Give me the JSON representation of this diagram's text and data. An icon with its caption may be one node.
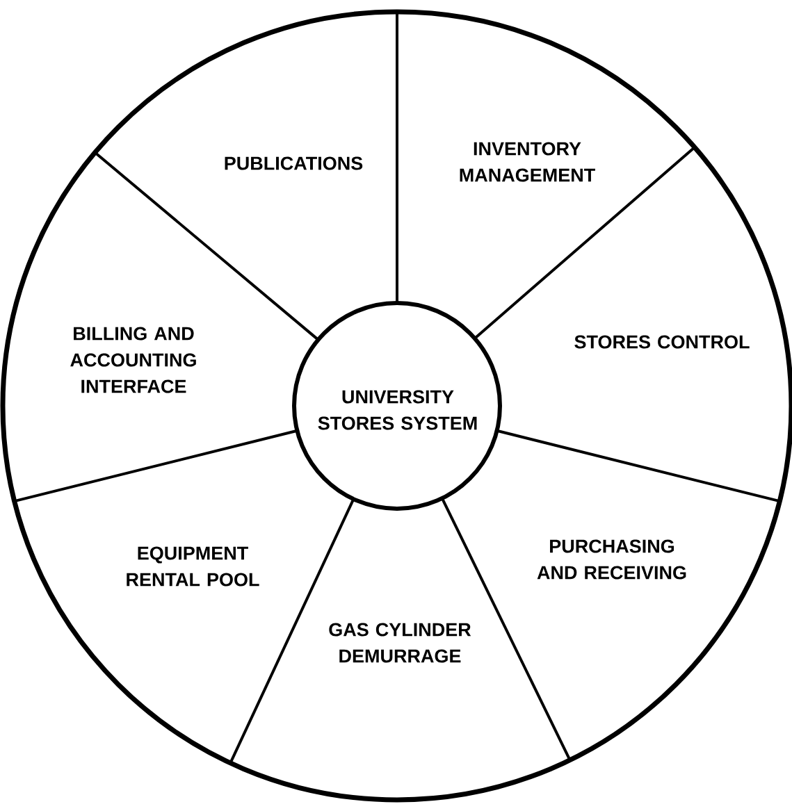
{
  "diagram": {
    "nodes": [
      {
        "text": [
          "PUBLICATIONS"
        ]
      },
      {
        "text": [
          "INVENTORY MANAGEMENT"
        ]
      },
      {
        "text": [
          "STORES CONTROL"
        ]
      },
      {
        "text": [
          "PURCHASING AND RECEIVING"
        ]
      },
      {
        "text": [
          "GAS CYLINDER DEMURRAGE"
        ]
      },
      {
        "text": [
          "EQUIPMENT RENTAL POOL"
        ]
      },
      {
        "text": [
          "BILLING AND ACCOUNTING INTERFACE"
        ]
      },
      {
        "text": [
          "UNIVERSITY STORES SYSTEM"
        ]
      }
    ]
  }
}
